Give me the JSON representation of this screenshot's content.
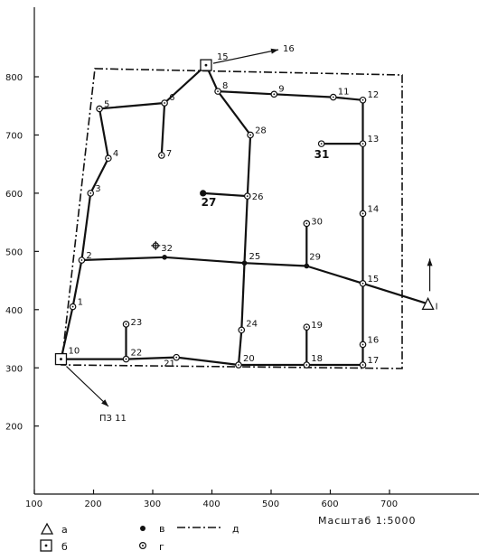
{
  "axes": {
    "y_ticks": [
      {
        "label": "800",
        "value": 800
      },
      {
        "label": "700",
        "value": 700
      },
      {
        "label": "600",
        "value": 600
      },
      {
        "label": "500",
        "value": 500
      },
      {
        "label": "400",
        "value": 400
      },
      {
        "label": "300",
        "value": 300
      },
      {
        "label": "200",
        "value": 200
      }
    ],
    "x_ticks": [
      {
        "label": "100",
        "value": 100
      },
      {
        "label": "200",
        "value": 200
      },
      {
        "label": "300",
        "value": 300
      },
      {
        "label": "400",
        "value": 400
      },
      {
        "label": "500",
        "value": 500
      },
      {
        "label": "600",
        "value": 600
      },
      {
        "label": "700",
        "value": 700
      }
    ]
  },
  "points": [
    {
      "id": "1",
      "label": "1",
      "x": 165,
      "y": 405,
      "style": "open"
    },
    {
      "id": "2",
      "label": "2",
      "x": 180,
      "y": 485,
      "style": "open"
    },
    {
      "id": "3",
      "label": "3",
      "x": 195,
      "y": 600,
      "style": "open"
    },
    {
      "id": "4",
      "label": "4",
      "x": 225,
      "y": 660,
      "style": "open"
    },
    {
      "id": "5",
      "label": "5",
      "x": 210,
      "y": 745,
      "style": "open"
    },
    {
      "id": "6",
      "label": "6",
      "x": 320,
      "y": 755,
      "style": "open"
    },
    {
      "id": "7",
      "label": "7",
      "x": 315,
      "y": 665,
      "style": "open"
    },
    {
      "id": "8",
      "label": "8",
      "x": 410,
      "y": 775,
      "style": "open"
    },
    {
      "id": "9",
      "label": "9",
      "x": 505,
      "y": 770,
      "style": "open"
    },
    {
      "id": "11",
      "label": "11",
      "x": 605,
      "y": 765,
      "style": "open"
    },
    {
      "id": "12",
      "label": "12",
      "x": 655,
      "y": 760,
      "style": "open"
    },
    {
      "id": "13",
      "label": "13",
      "x": 655,
      "y": 685,
      "style": "open"
    },
    {
      "id": "31",
      "label": "31",
      "x": 585,
      "y": 685,
      "style": "open",
      "bold": true
    },
    {
      "id": "14",
      "label": "14",
      "x": 655,
      "y": 565,
      "style": "open"
    },
    {
      "id": "15b",
      "label": "15",
      "x": 655,
      "y": 445,
      "style": "open"
    },
    {
      "id": "16",
      "label": "16",
      "x": 655,
      "y": 340,
      "style": "open"
    },
    {
      "id": "17",
      "label": "17",
      "x": 655,
      "y": 305,
      "style": "open"
    },
    {
      "id": "18",
      "label": "18",
      "x": 560,
      "y": 305,
      "style": "open"
    },
    {
      "id": "19",
      "label": "19",
      "x": 560,
      "y": 370,
      "style": "open"
    },
    {
      "id": "20",
      "label": "20",
      "x": 445,
      "y": 305,
      "style": "open"
    },
    {
      "id": "21",
      "label": "21",
      "x": 340,
      "y": 318,
      "style": "open"
    },
    {
      "id": "22",
      "label": "22",
      "x": 255,
      "y": 315,
      "style": "open"
    },
    {
      "id": "23",
      "label": "23",
      "x": 255,
      "y": 375,
      "style": "open"
    },
    {
      "id": "24",
      "label": "24",
      "x": 450,
      "y": 365,
      "style": "open"
    },
    {
      "id": "25",
      "label": "25",
      "x": 455,
      "y": 480,
      "style": "dot"
    },
    {
      "id": "26",
      "label": "26",
      "x": 460,
      "y": 595,
      "style": "open"
    },
    {
      "id": "27",
      "label": "27",
      "x": 385,
      "y": 600,
      "style": "filled",
      "bold": true
    },
    {
      "id": "28",
      "label": "28",
      "x": 465,
      "y": 700,
      "style": "open"
    },
    {
      "id": "29",
      "label": "29",
      "x": 560,
      "y": 475,
      "style": "dot"
    },
    {
      "id": "30",
      "label": "30",
      "x": 560,
      "y": 548,
      "style": "open"
    },
    {
      "id": "mid",
      "label": "",
      "x": 320,
      "y": 490,
      "style": "dot"
    }
  ],
  "special_points": {
    "p15": {
      "label": "15",
      "x": 390,
      "y": 820
    },
    "p10": {
      "label": "10",
      "x": 145,
      "y": 315
    },
    "p32": {
      "label": "32",
      "x": 305,
      "y": 510
    },
    "I": {
      "label": "I",
      "x": 765,
      "y": 410
    },
    "arrow16_label": "16",
    "arrow_pz_label": "ПЗ 11"
  },
  "routes": [
    [
      "10",
      "1",
      "2",
      "3",
      "4",
      "5",
      "6",
      "p15",
      "8",
      "28",
      "26",
      "25",
      "24",
      "20",
      "21",
      "22",
      "10"
    ],
    [
      "2",
      "mid",
      "25",
      "29",
      "15b",
      "I"
    ],
    [
      "20",
      "18",
      "17",
      "16",
      "15b",
      "14",
      "13",
      "12",
      "11",
      "9",
      "8"
    ],
    [
      "6",
      "7"
    ],
    [
      "26",
      "27"
    ],
    [
      "13",
      "31"
    ],
    [
      "29",
      "30"
    ],
    [
      "18",
      "19"
    ],
    [
      "22",
      "23"
    ]
  ],
  "legend": {
    "a": "а",
    "b": "б",
    "v": "в",
    "g": "г",
    "d": "д"
  },
  "scale": "Масштаб 1:5000"
}
